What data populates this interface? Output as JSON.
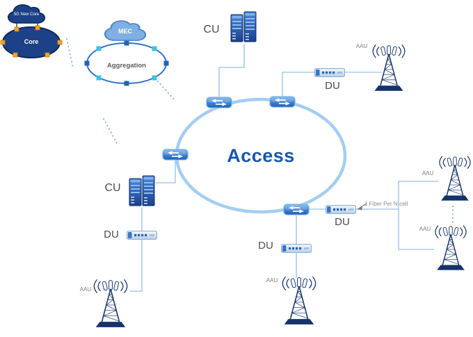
{
  "clouds": {
    "core": "5G New Core",
    "mec": "MEC"
  },
  "rings": {
    "core": "Core",
    "aggregation": "Aggregation",
    "access": "Access"
  },
  "labels": {
    "cu": "CU",
    "du": "DU",
    "aau": "AAU"
  },
  "annotations": {
    "fiber_note": "1 Fiber Per N-cell"
  },
  "icons": {
    "cloud-icon": "cloud silhouette",
    "server-stack-icon": "CU server towers",
    "du-device-icon": "DU access device box",
    "router-icon": "router box with white arrows",
    "aau-tower-icon": "antenna mast with signal arcs",
    "ring-node-icon": "small square node on ring"
  },
  "colors": {
    "navy": "#14326b",
    "core_ring_fill": "#1c4187",
    "access_ring_stroke": "#a4cdf2",
    "access_label": "#1558ac",
    "connector": "#a9cbec",
    "node_yellow": "#f0a32a",
    "node_blue": "#1f63bd",
    "node_cyan": "#3ec0ea",
    "mec_cloud_fill": "#7fafe3"
  }
}
